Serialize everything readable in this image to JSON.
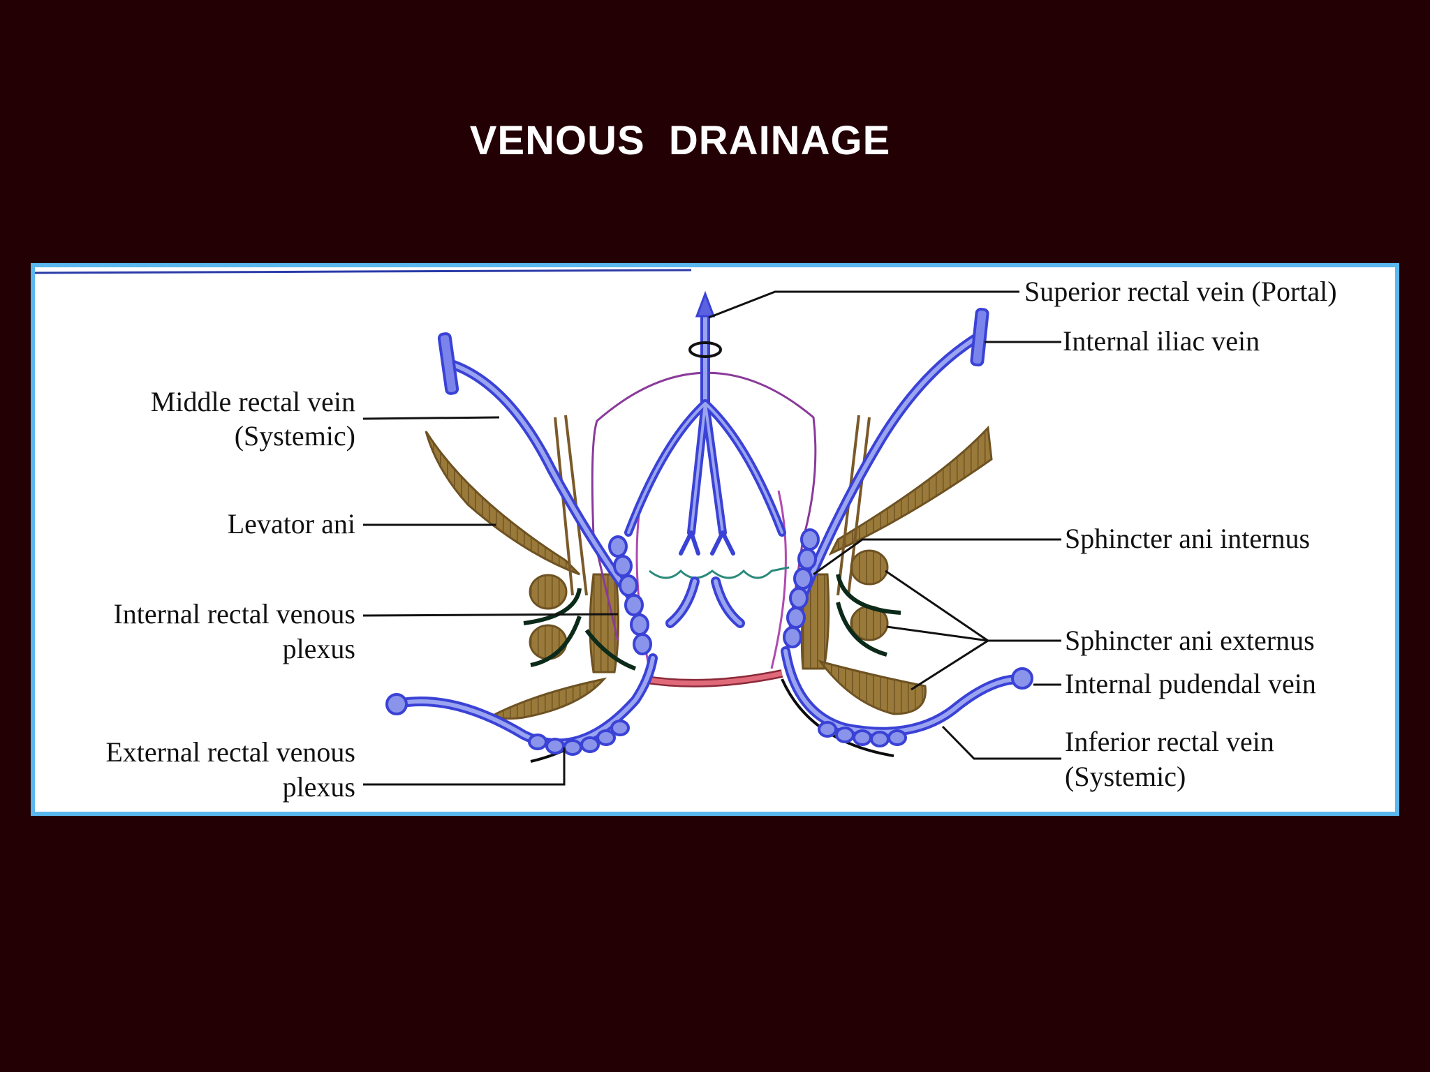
{
  "slide": {
    "title": "VENOUS  DRAINAGE"
  },
  "diagram": {
    "labels": {
      "superior_rectal_vein": "Superior rectal vein (Portal)",
      "internal_iliac_vein": "Internal iliac vein",
      "middle_rectal_vein_1": "Middle rectal vein",
      "middle_rectal_vein_2": "(Systemic)",
      "levator_ani": "Levator ani",
      "sphincter_ani_internus": "Sphincter ani internus",
      "internal_rectal_venous_plexus_1": "Internal rectal venous",
      "internal_rectal_venous_plexus_2": "plexus",
      "sphincter_ani_externus": "Sphincter ani externus",
      "internal_pudendal_vein": "Internal pudendal vein",
      "inferior_rectal_vein_1": "Inferior rectal vein",
      "inferior_rectal_vein_2": "(Systemic)",
      "external_rectal_venous_plexus_1": "External rectal venous",
      "external_rectal_venous_plexus_2": "plexus"
    },
    "colors": {
      "vein": "#3a42d6",
      "vein_fill": "#9aa4f0",
      "muscle": "#8a6a2e",
      "rectal_wall": "#8a3a9a",
      "mucosa": "#2a8a7a",
      "anal_verge": "#e06a7a",
      "leader_line": "#111111",
      "frame": "#5ab8ee",
      "background": "#220004"
    }
  }
}
